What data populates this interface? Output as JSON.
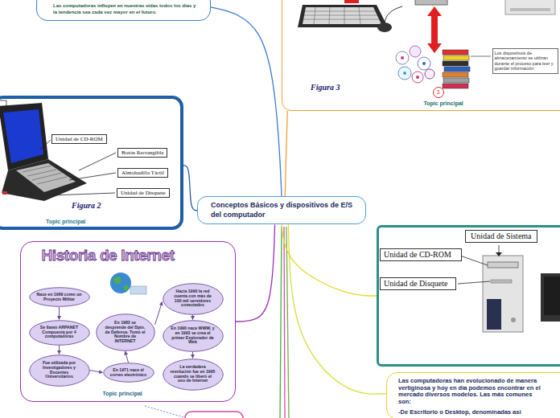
{
  "diagram": {
    "nodes": [
      {
        "text": [
          "Las computadoras influyen en nuestras vidas todos los días y la tendencia sea cada vez mayor en el futuro."
        ]
      },
      {
        "text": [
          "Topic principal"
        ]
      },
      {
        "text": [
          "Los dispositivos de almacenamiento se utilizan durante el proceso para leer y guardar información"
        ],
        "in": 1
      },
      {
        "text": [
          "3"
        ],
        "in": 1
      },
      {
        "text": [
          "Topic principal"
        ]
      },
      {
        "text": [
          "Unidad de CD-ROM"
        ],
        "in": 4
      },
      {
        "text": [
          "Botón Rectangible"
        ],
        "in": 4
      },
      {
        "text": [
          "Almohadilla Táctil"
        ],
        "in": 4
      },
      {
        "text": [
          "Unidad de Disquete"
        ],
        "in": 4
      },
      {
        "text": [
          "Conceptos Básicos y dispositivos de E/S del computador"
        ]
      },
      {
        "text": [
          "Historia de Internet",
          "Topic principal"
        ]
      },
      {
        "text": [
          "Nace en 1969 como un Proyecto Militar"
        ],
        "in": 10
      },
      {
        "text": [
          "Se llamó ARPANET Compuesta por 4 computadoras"
        ],
        "in": 10
      },
      {
        "text": [
          "Fue utilizada por Investigadores y Docentes Universitarios"
        ],
        "in": 10
      },
      {
        "text": [
          "En 1971 nace el correo electrónico"
        ],
        "in": 10
      },
      {
        "text": [
          "En 1983 se desprende del Dpto. de Defensa. Tomó el Nombre de INTERNET"
        ],
        "in": 10
      },
      {
        "text": [
          "Hacia 1990 la red cuenta con más de 100 mil servidores conectados"
        ],
        "in": 10
      },
      {
        "text": [
          "En 1990 nace WWW, y en 1993 se crea el primer Explorador de Web"
        ],
        "in": 10
      },
      {
        "text": [
          "La verdadera revolución fue en 1995 cuando se liberó el uso de Internet"
        ],
        "in": 10
      },
      {
        "text": []
      },
      {
        "text": [
          "Unidad de Sistema"
        ],
        "in": 19
      },
      {
        "text": [
          "Unidad de CD-ROM"
        ],
        "in": 19
      },
      {
        "text": [
          "Unidad de Disquete"
        ],
        "in": 19
      },
      {
        "text": [
          "Las computadoras han evolucionado de manera vertiginosa y hoy en día podemos encontrar en el mercado diversos modelos. Las más comunes son:",
          "-De Escritorio o Desktop, denominadas así"
        ]
      }
    ],
    "edges": [
      {
        "from": 9,
        "to": 0,
        "arrow": "none"
      },
      {
        "from": 9,
        "to": 1,
        "arrow": "none"
      },
      {
        "from": 9,
        "to": 4,
        "arrow": "none"
      },
      {
        "from": 9,
        "to": 10,
        "arrow": "none"
      },
      {
        "from": 9,
        "to": 19,
        "arrow": "none"
      },
      {
        "from": 9,
        "to": 23,
        "arrow": "none"
      },
      {
        "from": 11,
        "to": 12,
        "arrow": "to"
      },
      {
        "from": 12,
        "to": 13,
        "arrow": "to"
      },
      {
        "from": 13,
        "to": 14,
        "arrow": "to"
      },
      {
        "from": 14,
        "to": 15,
        "arrow": "to"
      },
      {
        "from": 15,
        "to": 16,
        "arrow": "to"
      },
      {
        "from": 16,
        "to": 17,
        "arrow": "to"
      },
      {
        "from": 17,
        "to": 18,
        "arrow": "to"
      }
    ],
    "labels": [
      "Figura 3",
      "Figura 2"
    ]
  }
}
